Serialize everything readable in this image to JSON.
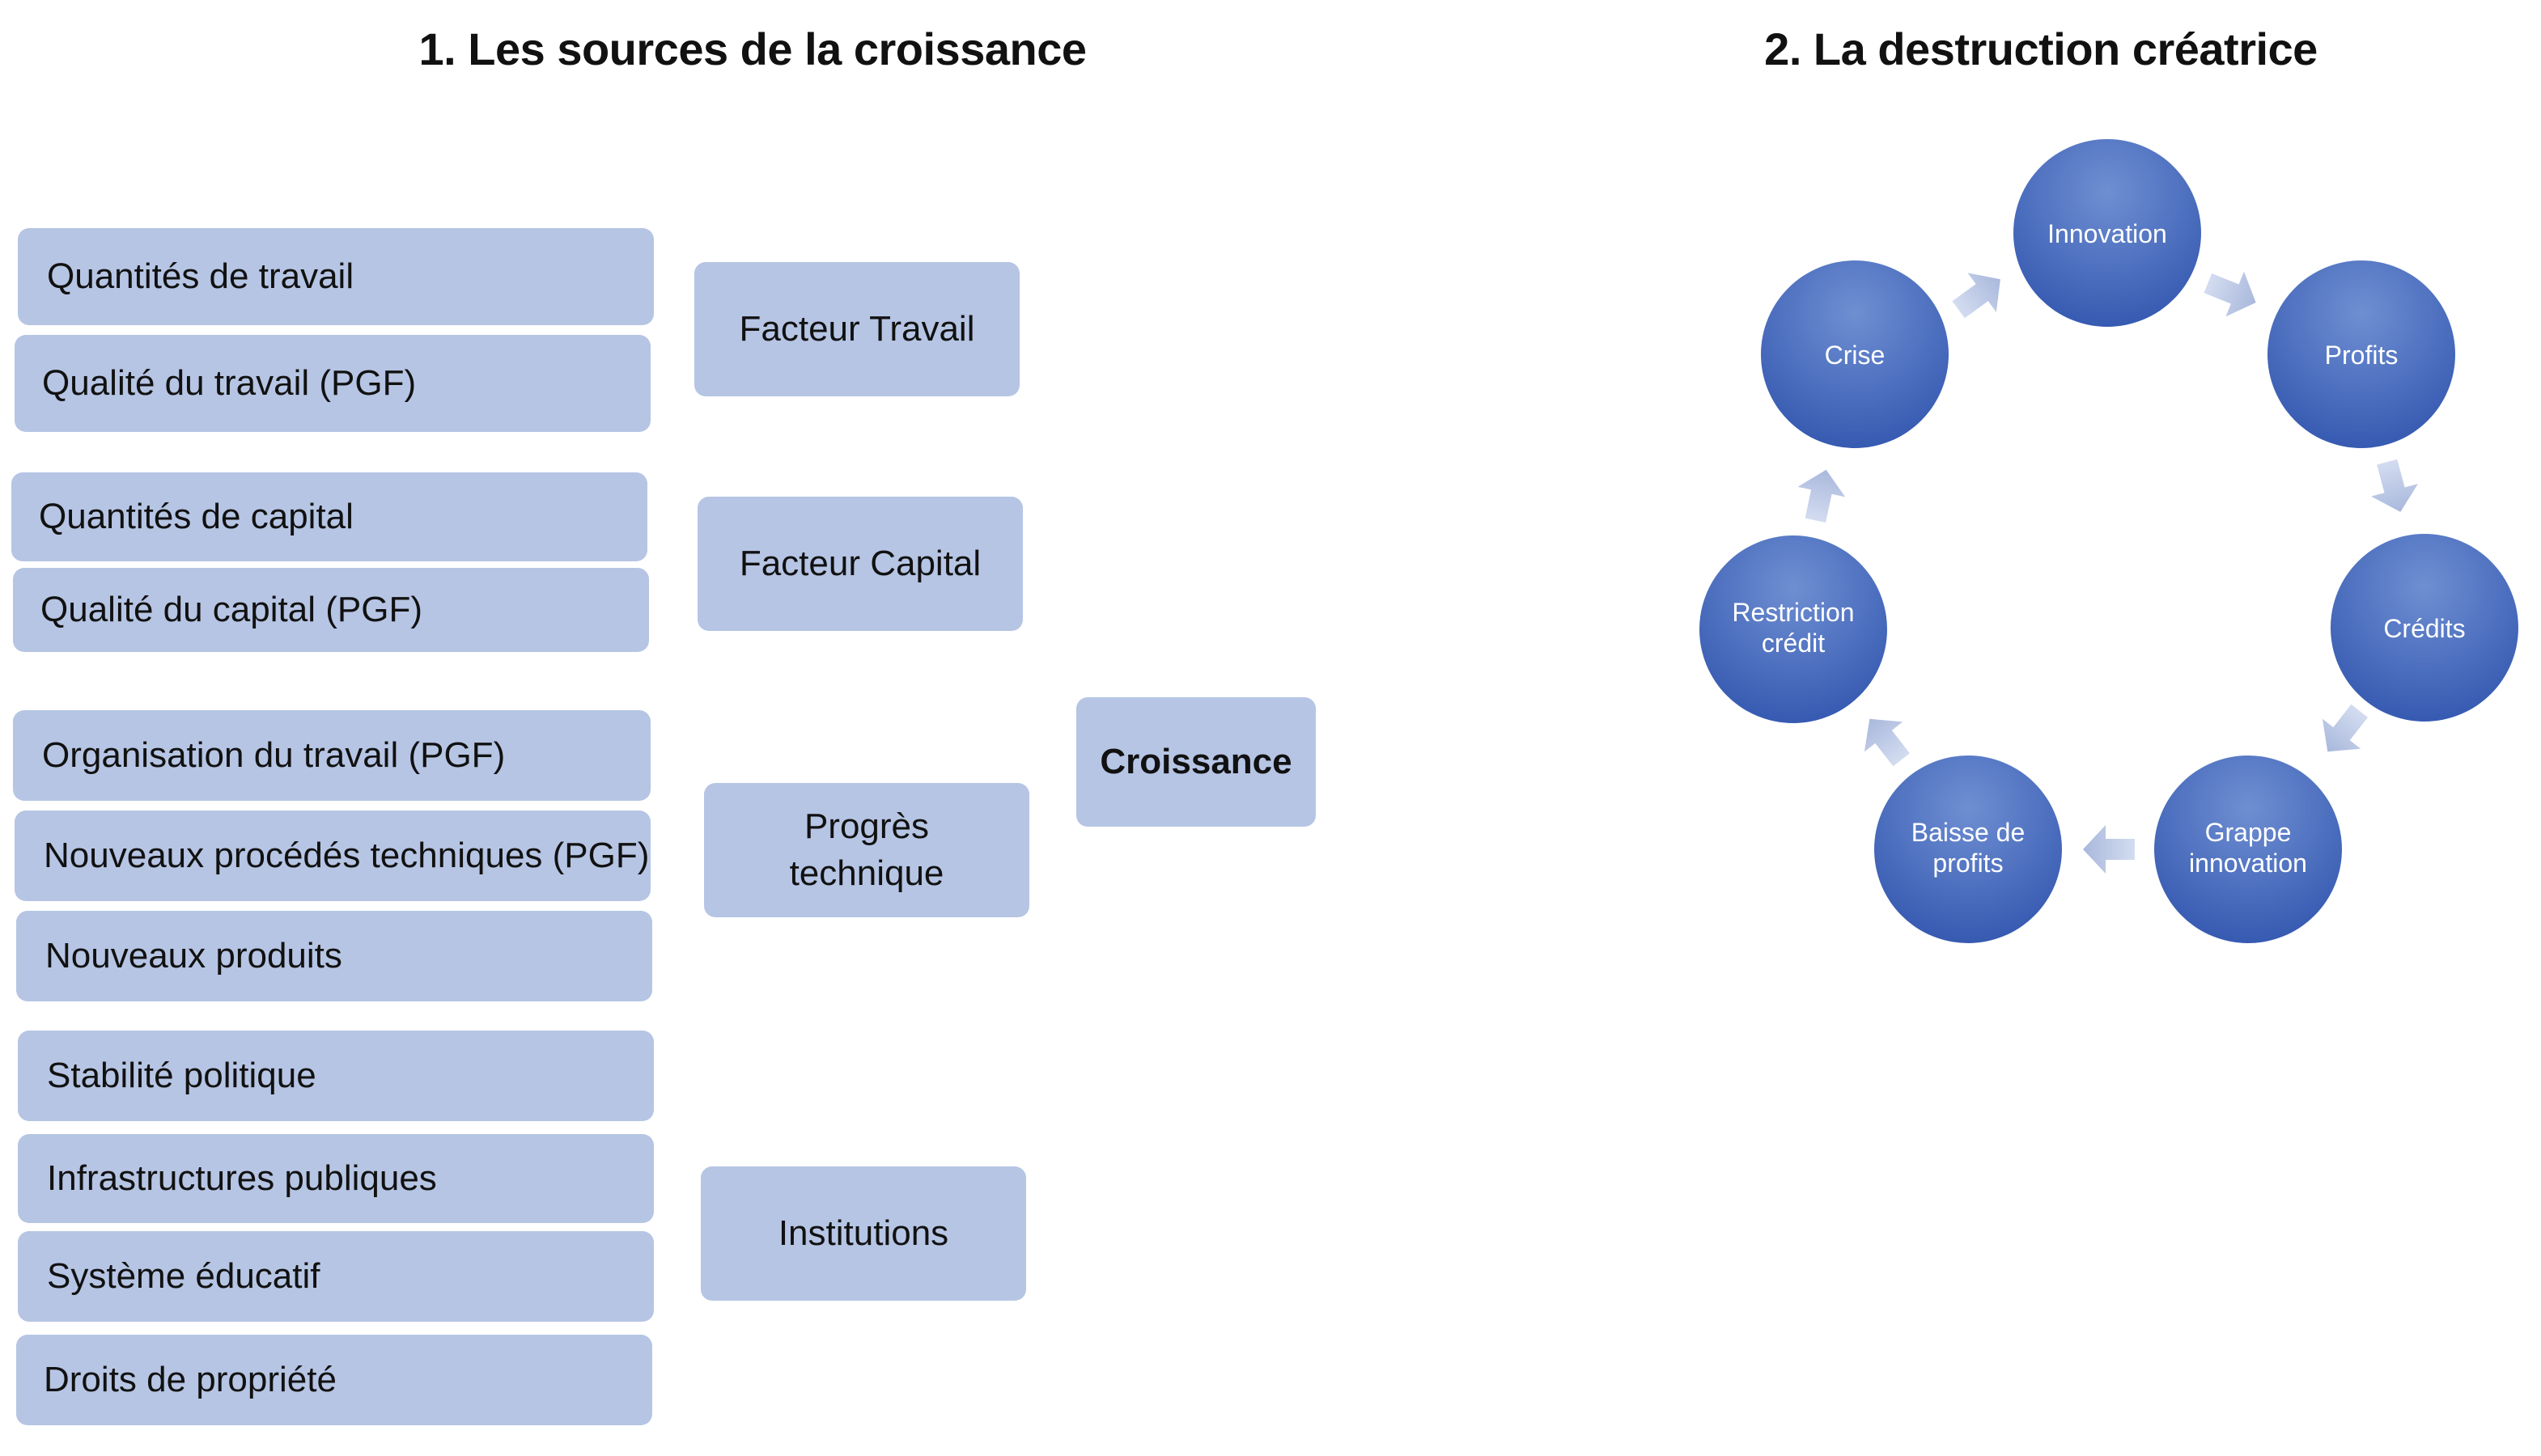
{
  "section1": {
    "title": "1.  Les sources de la croissance",
    "items": [
      "Quantités de travail",
      "Qualité du travail (PGF)",
      "Quantités de capital",
      "Qualité du capital  (PGF)",
      "Organisation du travail   (PGF)",
      "Nouveaux procédés techniques (PGF)",
      "Nouveaux produits",
      "Stabilité politique",
      "Infrastructures publiques",
      "Système éducatif",
      "Droits de propriété"
    ],
    "categories": {
      "travail": "Facteur Travail",
      "capital": "Facteur Capital",
      "progres_l1": "Progrès",
      "progres_l2": "technique",
      "institutions": "Institutions"
    },
    "result": "Croissance"
  },
  "section2": {
    "title": "2.  La destruction créatrice",
    "cycle": [
      {
        "l1": "Innovation",
        "l2": ""
      },
      {
        "l1": "Profits",
        "l2": ""
      },
      {
        "l1": "Crédits",
        "l2": ""
      },
      {
        "l1": "Grappe",
        "l2": "innovation"
      },
      {
        "l1": "Baisse de",
        "l2": "profits"
      },
      {
        "l1": "Restriction",
        "l2": "crédit"
      },
      {
        "l1": "Crise",
        "l2": ""
      }
    ]
  },
  "colors": {
    "box_fill": "#b6c5e4",
    "circle_light": "#6f8fd2",
    "circle_dark": "#3458b0",
    "arrow_fill": "#a9b8dc"
  }
}
